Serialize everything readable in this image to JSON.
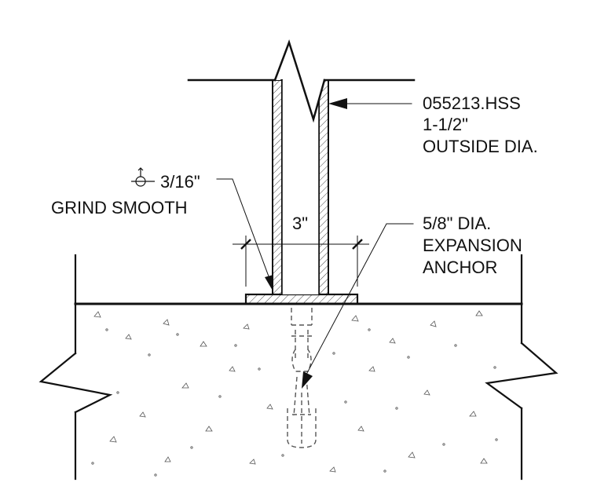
{
  "labels": {
    "hss_line1": "055213.HSS",
    "hss_line2": "1-1/2\"",
    "hss_line3": "OUTSIDE DIA.",
    "weld_size": "3/16\"",
    "weld_note": "GRIND SMOOTH",
    "dimension": "3\"",
    "anchor_line1": "5/8\" DIA.",
    "anchor_line2": "EXPANSION",
    "anchor_line3": "ANCHOR"
  },
  "icons": {
    "weld_symbol": "weld-symbol-icon"
  }
}
